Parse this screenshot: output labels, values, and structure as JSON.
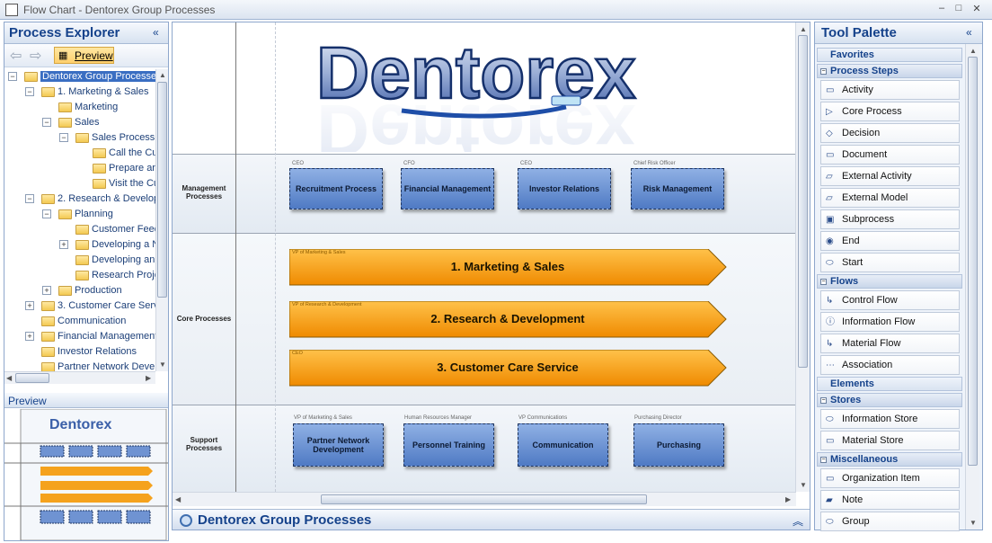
{
  "window": {
    "title": "Flow Chart - Dentorex Group Processes",
    "min": "–",
    "max": "□",
    "close": "✕"
  },
  "explorer": {
    "title": "Process Explorer",
    "collapse": "«",
    "back": "⇦",
    "forward": "⇨",
    "preview_label": "Preview",
    "tree": [
      {
        "label": "Dentorex Group Processes",
        "depth": 0,
        "expander": "−",
        "selected": true
      },
      {
        "label": "1. Marketing & Sales",
        "depth": 1,
        "expander": "−"
      },
      {
        "label": "Marketing",
        "depth": 2,
        "expander": ""
      },
      {
        "label": "Sales",
        "depth": 2,
        "expander": "−"
      },
      {
        "label": "Sales Process",
        "depth": 3,
        "expander": "−"
      },
      {
        "label": "Call the Cu",
        "depth": 4,
        "expander": ""
      },
      {
        "label": "Prepare ar",
        "depth": 4,
        "expander": ""
      },
      {
        "label": "Visit the Cu",
        "depth": 4,
        "expander": ""
      },
      {
        "label": "2. Research & Develop",
        "depth": 1,
        "expander": "−"
      },
      {
        "label": "Planning",
        "depth": 2,
        "expander": "−"
      },
      {
        "label": "Customer Feed",
        "depth": 3,
        "expander": ""
      },
      {
        "label": "Developing a N",
        "depth": 3,
        "expander": "+"
      },
      {
        "label": "Developing an",
        "depth": 3,
        "expander": ""
      },
      {
        "label": "Research Proje",
        "depth": 3,
        "expander": ""
      },
      {
        "label": "Production",
        "depth": 2,
        "expander": "+"
      },
      {
        "label": "3. Customer Care Serv",
        "depth": 1,
        "expander": "+"
      },
      {
        "label": "Communication",
        "depth": 1,
        "expander": ""
      },
      {
        "label": "Financial Management",
        "depth": 1,
        "expander": "+"
      },
      {
        "label": "Investor Relations",
        "depth": 1,
        "expander": ""
      },
      {
        "label": "Partner Network Deve",
        "depth": 1,
        "expander": ""
      }
    ],
    "preview_title": "Preview"
  },
  "diagram": {
    "logo_text": "Dentorex",
    "lanes": [
      {
        "label": "Management Processes"
      },
      {
        "label": "Core Processes"
      },
      {
        "label": "Support Processes"
      }
    ],
    "management": [
      {
        "role": "CEO",
        "label": "Recruitment Process"
      },
      {
        "role": "CFO",
        "label": "Financial Management"
      },
      {
        "role": "CEO",
        "label": "Investor Relations"
      },
      {
        "role": "Chief Risk Officer",
        "label": "Risk Management"
      }
    ],
    "core": [
      {
        "role": "VP of Marketing & Sales",
        "label": "1. Marketing & Sales"
      },
      {
        "role": "VP of Research & Development",
        "label": "2. Research & Development"
      },
      {
        "role": "CEO",
        "label": "3. Customer Care Service"
      }
    ],
    "support": [
      {
        "role": "VP of Marketing & Sales",
        "label": "Partner Network Development"
      },
      {
        "role": "Human Resources Manager",
        "label": "Personnel Training"
      },
      {
        "role": "VP Communications",
        "label": "Communication"
      },
      {
        "role": "Purchasing Director",
        "label": "Purchasing"
      }
    ],
    "footer_title": "Dentorex Group Processes"
  },
  "palette": {
    "title": "Tool Palette",
    "collapse": "«",
    "favorites": "Favorites",
    "process_steps": "Process Steps",
    "steps": [
      {
        "label": "Activity",
        "icon": "▭"
      },
      {
        "label": "Core Process",
        "icon": "▷"
      },
      {
        "label": "Decision",
        "icon": "◇"
      },
      {
        "label": "Document",
        "icon": "▭"
      },
      {
        "label": "External Activity",
        "icon": "▱"
      },
      {
        "label": "External Model",
        "icon": "▱"
      },
      {
        "label": "Subprocess",
        "icon": "▣"
      },
      {
        "label": "End",
        "icon": "◉"
      },
      {
        "label": "Start",
        "icon": "⬭"
      }
    ],
    "flows_title": "Flows",
    "flows": [
      {
        "label": "Control Flow",
        "icon": "↳"
      },
      {
        "label": "Information Flow",
        "icon": "ⓘ"
      },
      {
        "label": "Material Flow",
        "icon": "↳"
      },
      {
        "label": "Association",
        "icon": "⋯"
      }
    ],
    "elements": "Elements",
    "stores_title": "Stores",
    "stores": [
      {
        "label": "Information Store",
        "icon": "⬭"
      },
      {
        "label": "Material Store",
        "icon": "▭"
      }
    ],
    "misc_title": "Miscellaneous",
    "misc": [
      {
        "label": "Organization Item",
        "icon": "▭"
      },
      {
        "label": "Note",
        "icon": "▰"
      },
      {
        "label": "Group",
        "icon": "⬭"
      }
    ]
  }
}
